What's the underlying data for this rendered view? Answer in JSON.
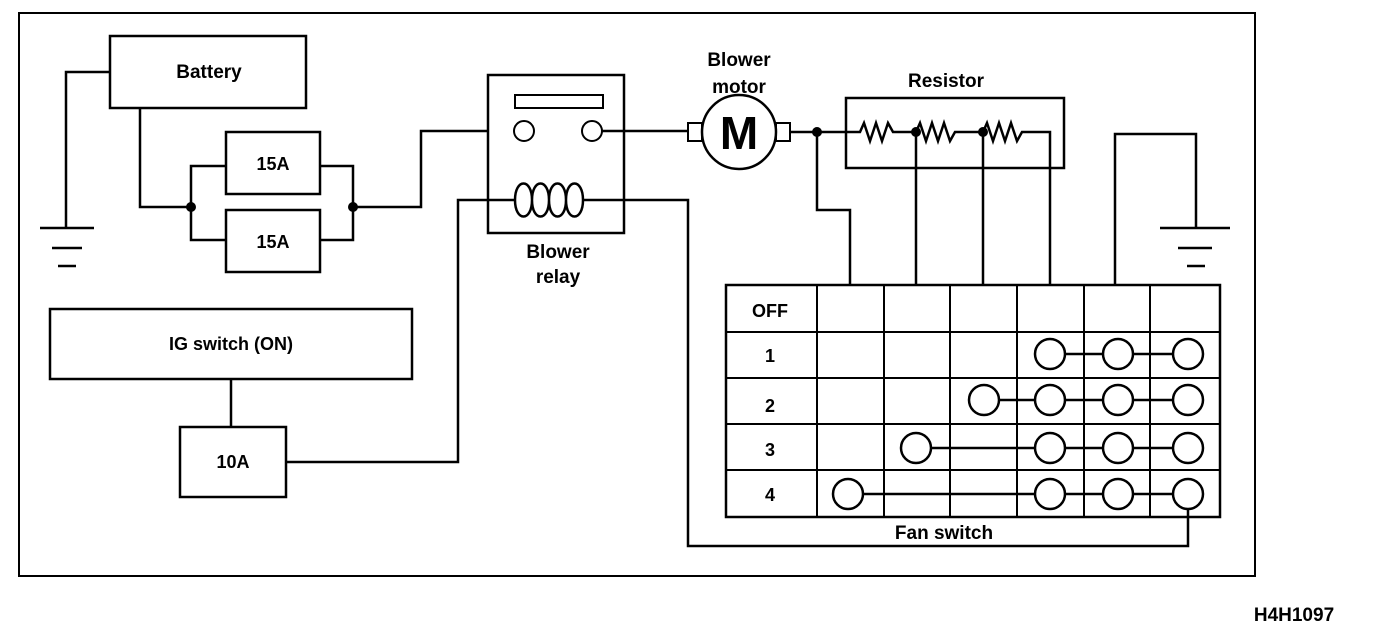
{
  "labels": {
    "battery": "Battery",
    "fuse_a": "15A",
    "fuse_b": "15A",
    "ig_switch": "IG switch (ON)",
    "fuse_ig": "10A",
    "blower_relay_line1": "Blower",
    "blower_relay_line2": "relay",
    "blower_motor_line1": "Blower",
    "blower_motor_line2": "motor",
    "motor_symbol": "M",
    "resistor": "Resistor",
    "fan_switch": "Fan switch",
    "positions": [
      "OFF",
      "1",
      "2",
      "3",
      "4"
    ],
    "figure_code": "H4H1097"
  }
}
